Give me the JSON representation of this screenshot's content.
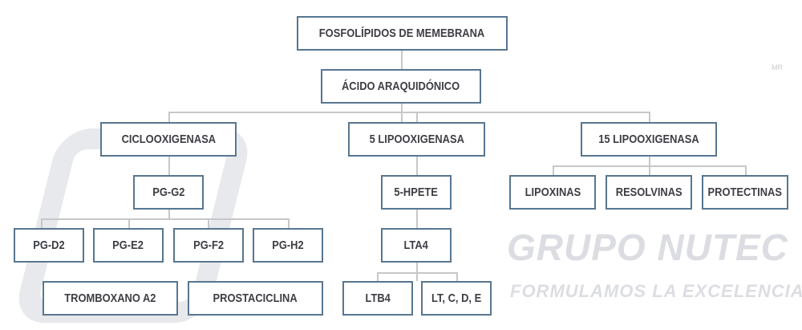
{
  "watermark": {
    "brand": "GRUPO NUTEC",
    "slogan": "FORMULAMOS LA EXCELENCIA",
    "mark": "MR"
  },
  "nodes": {
    "root": "FOSFOLÍPIDOS DE MEMEBRANA",
    "acid": "ÁCIDO ARAQUIDÓNICO",
    "cox": "CICLOOXIGENASA",
    "lox5": "5 LIPOOXIGENASA",
    "lox15": "15 LIPOOXIGENASA",
    "pgg2": "PG-G2",
    "hpete": "5-HPETE",
    "lipoxinas": "LIPOXINAS",
    "resolvinas": "RESOLVINAS",
    "protectinas": "PROTECTINAS",
    "pgd2": "PG-D2",
    "pge2": "PG-E2",
    "pgf2": "PG-F2",
    "pgh2": "PG-H2",
    "lta4": "LTA4",
    "tromboxano": "TROMBOXANO A2",
    "prostaciclina": "PROSTACICLINA",
    "ltb4": "LTB4",
    "ltcde": "LT, C, D, E"
  }
}
